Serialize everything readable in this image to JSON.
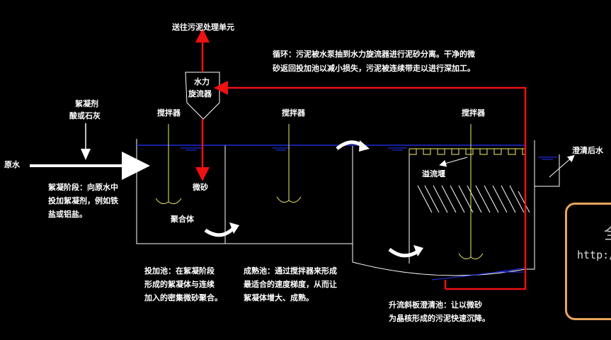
{
  "labels": {
    "to_sludge_unit": "送往污泥处理单元",
    "cycle_note_line1": "循环：污泥被水泵抽到水力旋流器进行泥砂分离。干净的微",
    "cycle_note_line2": "砂返回投加池以减小损失，污泥被连续带走以进行深加工。",
    "hydrocyclone_line1": "水力",
    "hydrocyclone_line2": "旋流器",
    "coagulant_line1": "絮凝剂",
    "coagulant_line2": "酸或石灰",
    "raw_water": "原水",
    "mixer_1": "搅拌器",
    "mixer_2": "搅拌器",
    "mixer_3": "搅拌器",
    "microsand": "微砂",
    "floc": "聚合体",
    "overflow_weir": "溢流堰",
    "clarified_water": "澄清后水",
    "coag_stage_line1": "絮凝阶段：向原水中",
    "coag_stage_line2": "投加絮凝剂，例如铁",
    "coag_stage_line3": "盐或铝盐。",
    "dosing_tank_line1": "投加池：在絮凝阶段",
    "dosing_tank_line2": "形成的絮凝体与连续",
    "dosing_tank_line3": "加入的密集微砂聚合。",
    "maturation_line1": "成熟池：通过搅拌器来形成",
    "maturation_line2": "最适合的速度梯度，从而让",
    "maturation_line3": "絮凝体增大、成熟。",
    "settling_line1": "升流斜板澄清池：让以微砂",
    "settling_line2": "为晶核形成的污泥快速沉降。"
  },
  "watermark": {
    "char": "全",
    "url": "http:/"
  },
  "colors": {
    "background": "#000000",
    "tank_outline": "#ffffff",
    "water_level": "#2233ff",
    "recirculation": "#ee1111",
    "mixer": "#eeee66",
    "weir": "#eeee66",
    "watermark_border": "#e8a45a"
  }
}
